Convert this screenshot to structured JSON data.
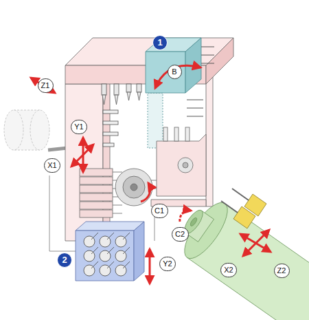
{
  "diagram": {
    "labels": [
      "1",
      "Z1",
      "B",
      "Y1",
      "X1",
      "C1",
      "C2",
      "2",
      "X2",
      "Z2",
      "Y2"
    ]
  }
}
